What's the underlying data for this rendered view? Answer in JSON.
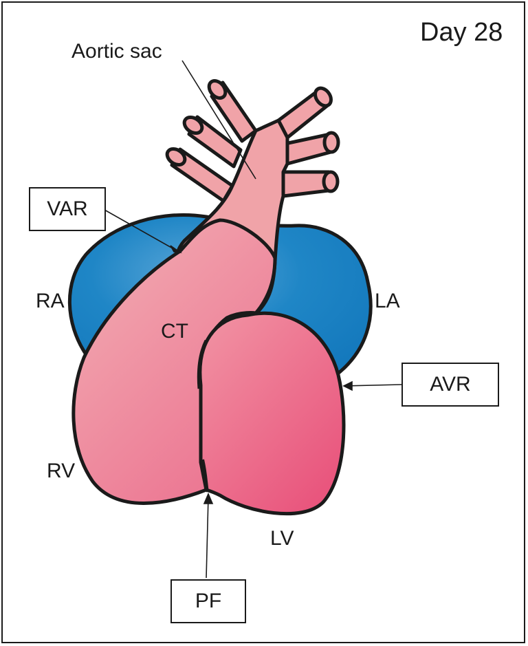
{
  "title": "Day 28",
  "labels": {
    "aortic_sac": "Aortic sac",
    "ra": "RA",
    "la": "LA",
    "ct": "CT",
    "rv": "RV",
    "lv": "LV"
  },
  "boxed_labels": {
    "var": "VAR",
    "avr": "AVR",
    "pf": "PF"
  },
  "colors": {
    "atria": "#1a7fc1",
    "truncus": "#f0a3a8",
    "ventricle_light": "#f29aa5",
    "ventricle_dark": "#e9517b",
    "outline": "#1a1a1a"
  }
}
